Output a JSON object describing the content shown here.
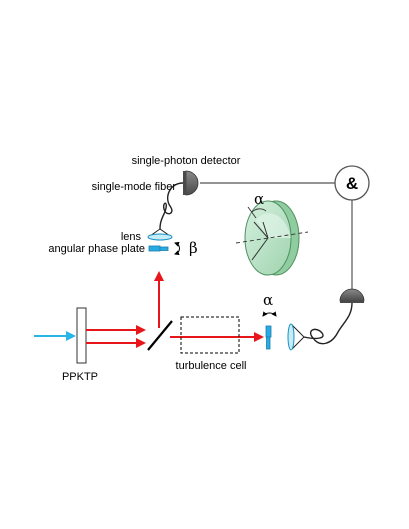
{
  "labels": {
    "single_photon_detector": "single-photon detector",
    "single_mode_fiber": "single-mode fiber",
    "lens": "lens",
    "angular_phase_plate": "angular phase plate",
    "beta": "β",
    "alpha_disk": "α",
    "alpha_plate": "α",
    "coincidence": "&",
    "crystal": "PPKTP",
    "turbulence_cell": "turbulence cell"
  },
  "colors": {
    "pump_beam": "#29b6e6",
    "photon_beam": "#e8161b",
    "optics_fill": "#29abe2",
    "lens_fill": "#c6ecf8",
    "disk_fill": "#bfe6cf",
    "disk_edge": "#8fcc9f",
    "detector_fill": "#6b6b6b",
    "wire": "#555555"
  },
  "icons": {
    "detector_top": "single-photon-detector-icon",
    "detector_right": "single-photon-detector-icon",
    "coincidence": "coincidence-counter-icon",
    "beam_splitter": "beam-splitter-icon",
    "crystal": "ppktp-crystal-icon"
  }
}
